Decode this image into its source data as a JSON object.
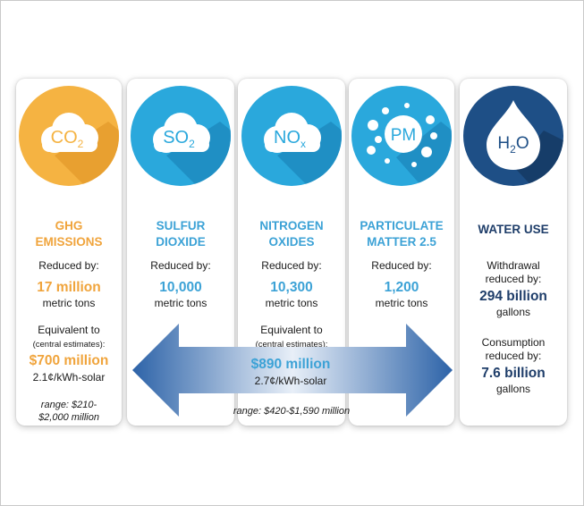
{
  "cards": [
    {
      "icon_name": "co2-cloud-icon",
      "icon_label_main": "CO",
      "icon_label_sub": "2",
      "color": "#f5b342",
      "title_line1": "GHG",
      "title_line2": "EMISSIONS",
      "reduced_label": "Reduced by:",
      "amount": "17 million",
      "unit": "metric tons",
      "equiv_label": "Equivalent to",
      "equiv_sub": "(central estimates):",
      "value": "$700 million",
      "value_unit": "2.1¢/kWh-solar",
      "range_line1": "range: $210-",
      "range_line2": "$2,000 million"
    },
    {
      "icon_name": "so2-cloud-icon",
      "icon_label_main": "SO",
      "icon_label_sub": "2",
      "color": "#2aa8dc",
      "title_line1": "SULFUR",
      "title_line2": "DIOXIDE",
      "reduced_label": "Reduced by:",
      "amount": "10,000",
      "unit": "metric tons"
    },
    {
      "icon_name": "nox-cloud-icon",
      "icon_label_main": "NO",
      "icon_label_sub": "x",
      "color": "#2aa8dc",
      "title_line1": "NITROGEN",
      "title_line2": "OXIDES",
      "reduced_label": "Reduced by:",
      "amount": "10,300",
      "unit": "metric tons"
    },
    {
      "icon_name": "pm-particles-icon",
      "icon_label_main": "PM",
      "color": "#2aa8dc",
      "title_line1": "PARTICULATE",
      "title_line2": "MATTER 2.5",
      "reduced_label": "Reduced by:",
      "amount": "1,200",
      "unit": "metric tons"
    },
    {
      "icon_name": "h2o-water-drop-icon",
      "icon_label_main": "H",
      "icon_label_sub": "2",
      "icon_label_end": "O",
      "color": "#1e4f86",
      "title_line1": "WATER USE",
      "withdrawal_line1": "Withdrawal",
      "withdrawal_line2": "reduced by:",
      "withdrawal_amount": "294 billion",
      "withdrawal_unit": "gallons",
      "consumption_line1": "Consumption",
      "consumption_line2": "reduced by:",
      "consumption_amount": "7.6 billion",
      "consumption_unit": "gallons"
    }
  ],
  "shared": {
    "equiv_label": "Equivalent to",
    "equiv_sub": "(central estimates):",
    "value": "$890 million",
    "value_unit": "2.7¢/kWh-solar",
    "range": "range: $420-$1,590 million"
  },
  "colors": {
    "orange_text": "#f0a43c",
    "blue_text": "#3ca2d6",
    "navy_text": "#1f3e6a",
    "arrow_dark": "#2d63a8",
    "arrow_light": "#e8eff8"
  }
}
